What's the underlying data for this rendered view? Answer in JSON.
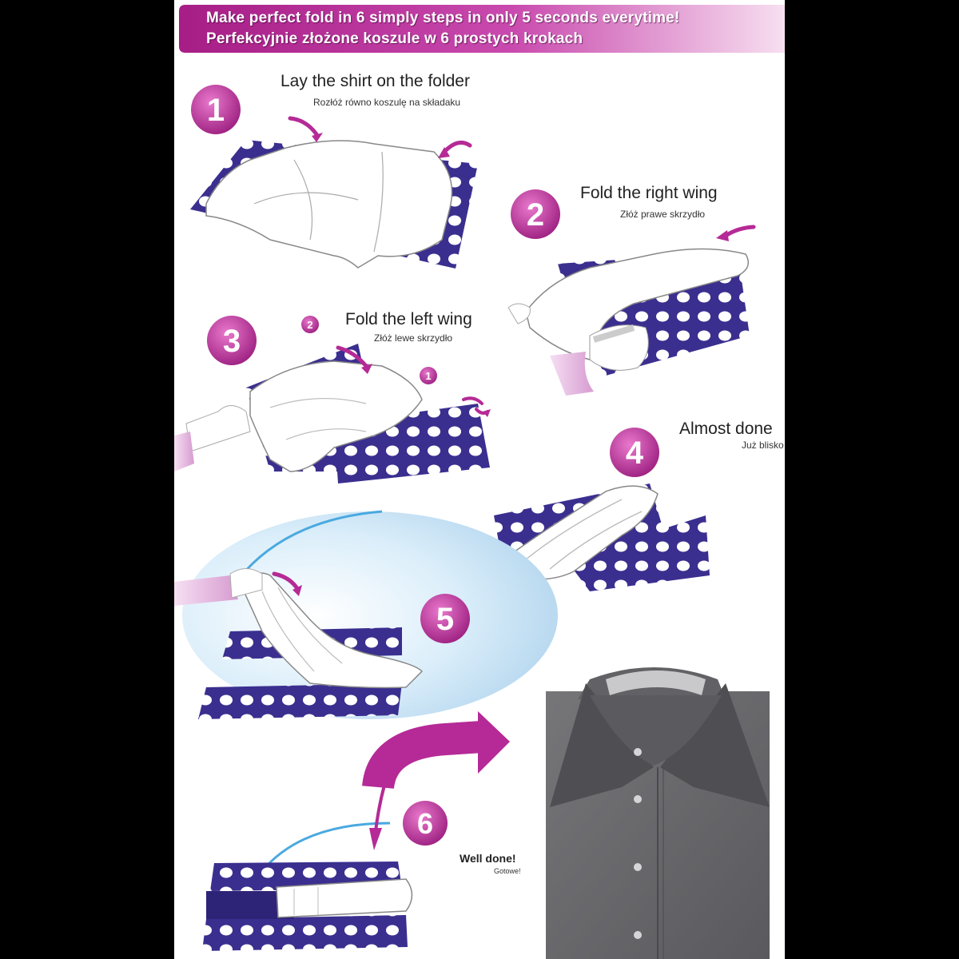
{
  "banner": {
    "line1": "Make perfect fold in 6 simply steps in only 5 seconds everytime!",
    "line2": "Perfekcyjnie złożone koszule w 6 prostych krokach"
  },
  "steps": [
    {
      "number": "1",
      "title": "Lay the shirt on the folder",
      "subtitle": "Rozłóż równo koszulę na składaku"
    },
    {
      "number": "2",
      "title": "Fold the right wing",
      "subtitle": "Złóż prawe skrzydło"
    },
    {
      "number": "3",
      "title": "Fold the left wing",
      "subtitle": "Złóż lewe skrzydło"
    },
    {
      "number": "4",
      "title": "Almost done",
      "subtitle": "Już blisko"
    },
    {
      "number": "5",
      "title": "",
      "subtitle": ""
    },
    {
      "number": "6",
      "title": "Well done!",
      "subtitle": "Gotowe!"
    }
  ],
  "markers": {
    "small_a": "2",
    "small_b": "1"
  },
  "colors": {
    "accent": "#b52a96",
    "accent_light": "#f5c2e6",
    "board": "#3a2f8f",
    "shirt": "#ffffff",
    "folded_shirt": "#6d6d71",
    "glow": "#cfe6f6"
  }
}
